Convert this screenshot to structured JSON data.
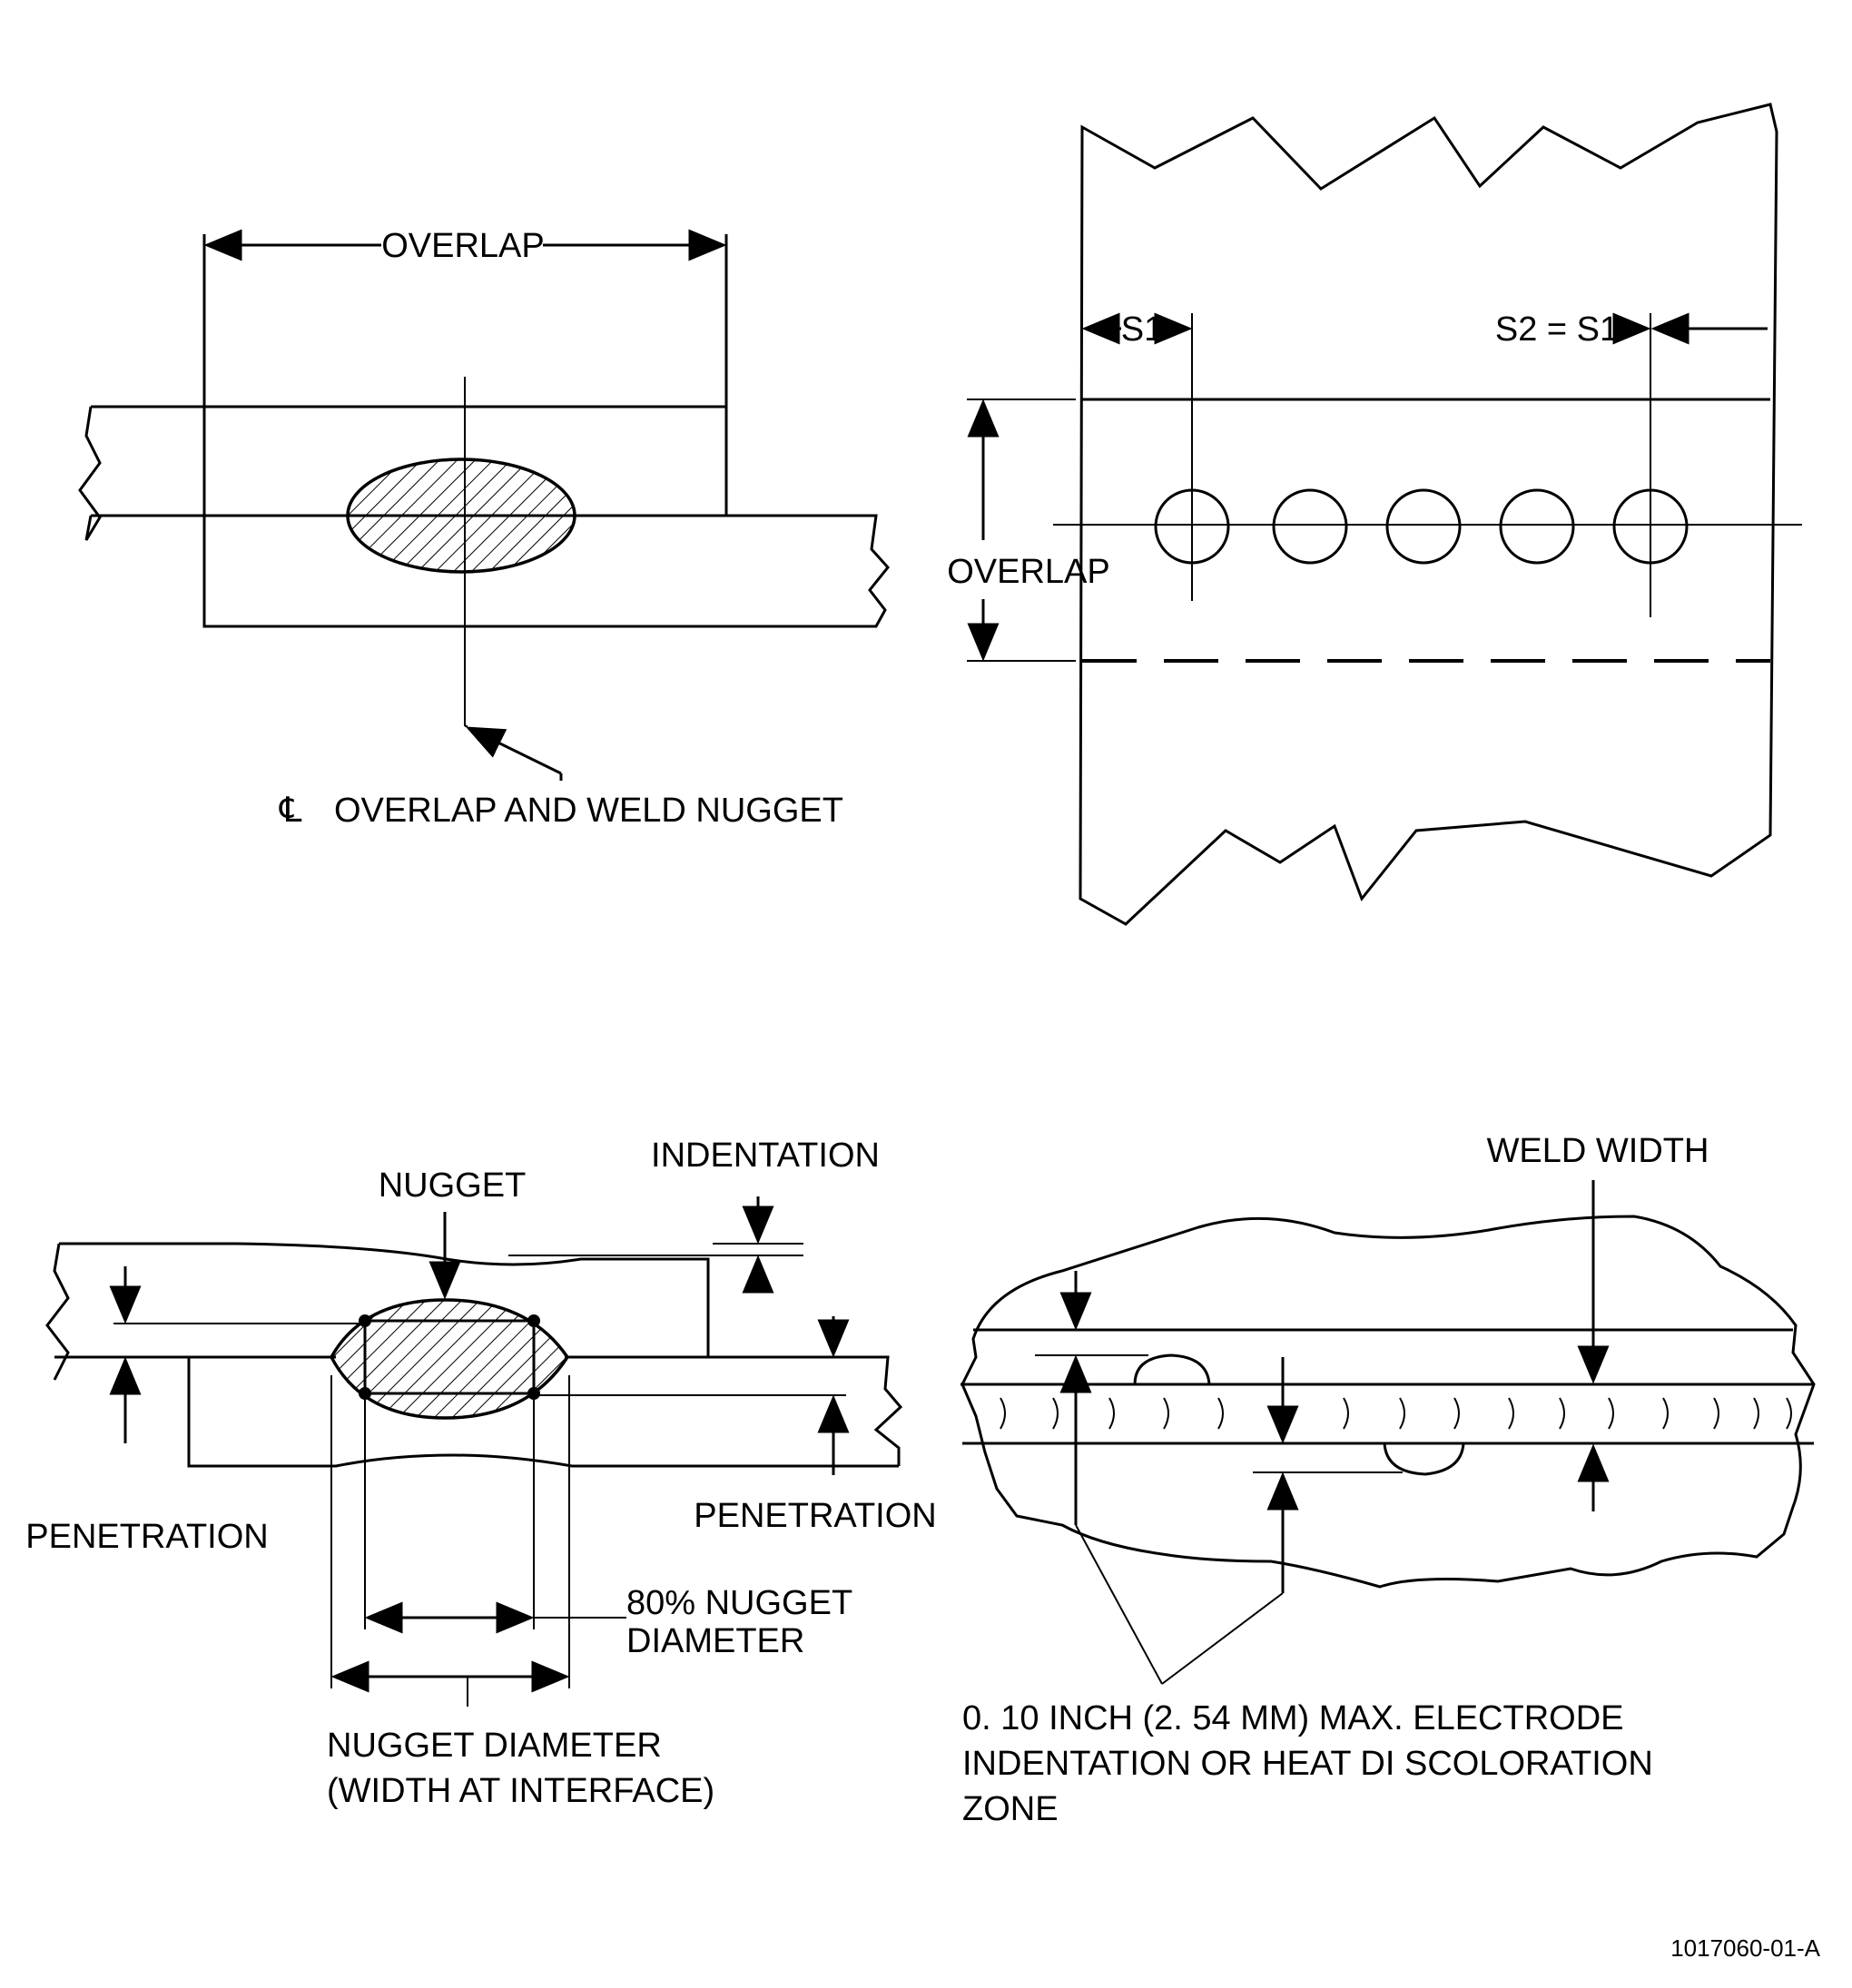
{
  "figure_id": "1017060-01-A",
  "panel_a": {
    "overlap_label": "OVERLAP",
    "centerline_symbol": "℄",
    "centerline_label": "OVERLAP AND WELD NUGGET"
  },
  "panel_b": {
    "s1_label": "S1",
    "s2_label": "S2 = S1",
    "overlap_label": "OVERLAP"
  },
  "panel_c": {
    "nugget_label": "NUGGET",
    "indentation_label": "INDENTATION",
    "penetration_left_label": "PENETRATION",
    "penetration_right_label": "PENETRATION",
    "nugget_80_line1": "80% NUGGET",
    "nugget_80_line2": "DIAMETER",
    "nugget_diameter_line1": "NUGGET DIAMETER",
    "nugget_diameter_line2": "(WIDTH AT INTERFACE)"
  },
  "panel_d": {
    "weld_width_label": "WELD WIDTH",
    "note_line1": "0. 10 INCH (2. 54 MM) MAX. ELECTRODE",
    "note_line2": "INDENTATION OR HEAT DI SCOLORATION",
    "note_line3": "ZONE"
  }
}
